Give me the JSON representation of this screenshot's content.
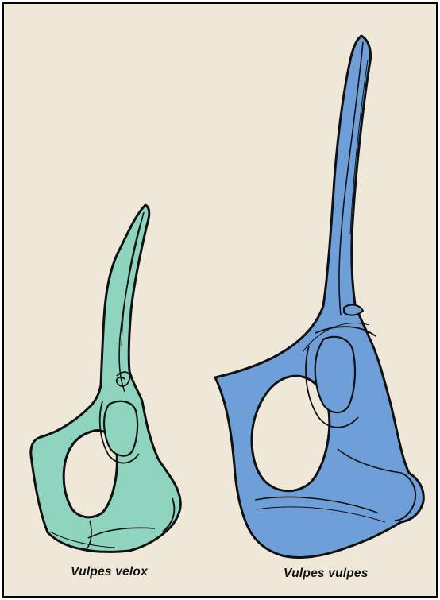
{
  "figure": {
    "background": "#efe8d8",
    "border_color": "#000000",
    "specimens": [
      {
        "name": "Vulpes velox",
        "fill": "#8fd4bf",
        "icon": "pelvis-bone-illustration"
      },
      {
        "name": "Vulpes vulpes",
        "fill": "#6f9fd8",
        "icon": "pelvis-bone-illustration"
      }
    ]
  }
}
